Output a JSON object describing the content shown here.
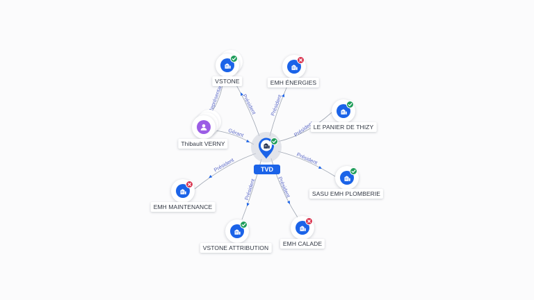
{
  "graph": {
    "center": {
      "label": "TVD",
      "icon": "building-icon",
      "badge": "check-icon"
    },
    "nodes": {
      "vstone": {
        "label": "VSTONE",
        "icon": "building-icon",
        "badge": "check-icon"
      },
      "emh_energies": {
        "label": "EMH ÉNERGIES",
        "icon": "building-icon",
        "badge": "cross-icon"
      },
      "le_panier_de_thizy": {
        "label": "LE PANIER DE THIZY",
        "icon": "building-icon",
        "badge": "check-icon"
      },
      "sasu_emh_plomberie": {
        "label": "SASU EMH PLOMBERIE",
        "icon": "building-icon",
        "badge": "check-icon"
      },
      "emh_calade": {
        "label": "EMH CALADE",
        "icon": "building-icon",
        "badge": "cross-icon"
      },
      "vstone_attribution": {
        "label": "VSTONE ATTRIBUTION",
        "icon": "building-icon",
        "badge": "check-icon"
      },
      "emh_maintenance": {
        "label": "EMH MAINTENANCE",
        "icon": "building-icon",
        "badge": "cross-icon"
      },
      "thibault_verny": {
        "label": "Thibault VERNY",
        "icon": "person-icon"
      }
    },
    "edges": {
      "tvd_vstone": "Président",
      "tvd_emh_energies": "Président",
      "tvd_le_panier_de_thizy": "Président",
      "tvd_sasu_emh_plomberie": "Président",
      "tvd_emh_calade": "Président",
      "tvd_vstone_attribution": "Président",
      "tvd_emh_maintenance": "Président",
      "thibault_verny_tvd": "Gérant",
      "thibault_verny_vstone": "Représentant"
    }
  },
  "colors": {
    "accent": "#1b63e8",
    "active": "#1f9d5a",
    "closed": "#d8314d",
    "person": "#9b5de5",
    "edge": "#a2a9b5",
    "edge_label": "#5c6ac8"
  }
}
